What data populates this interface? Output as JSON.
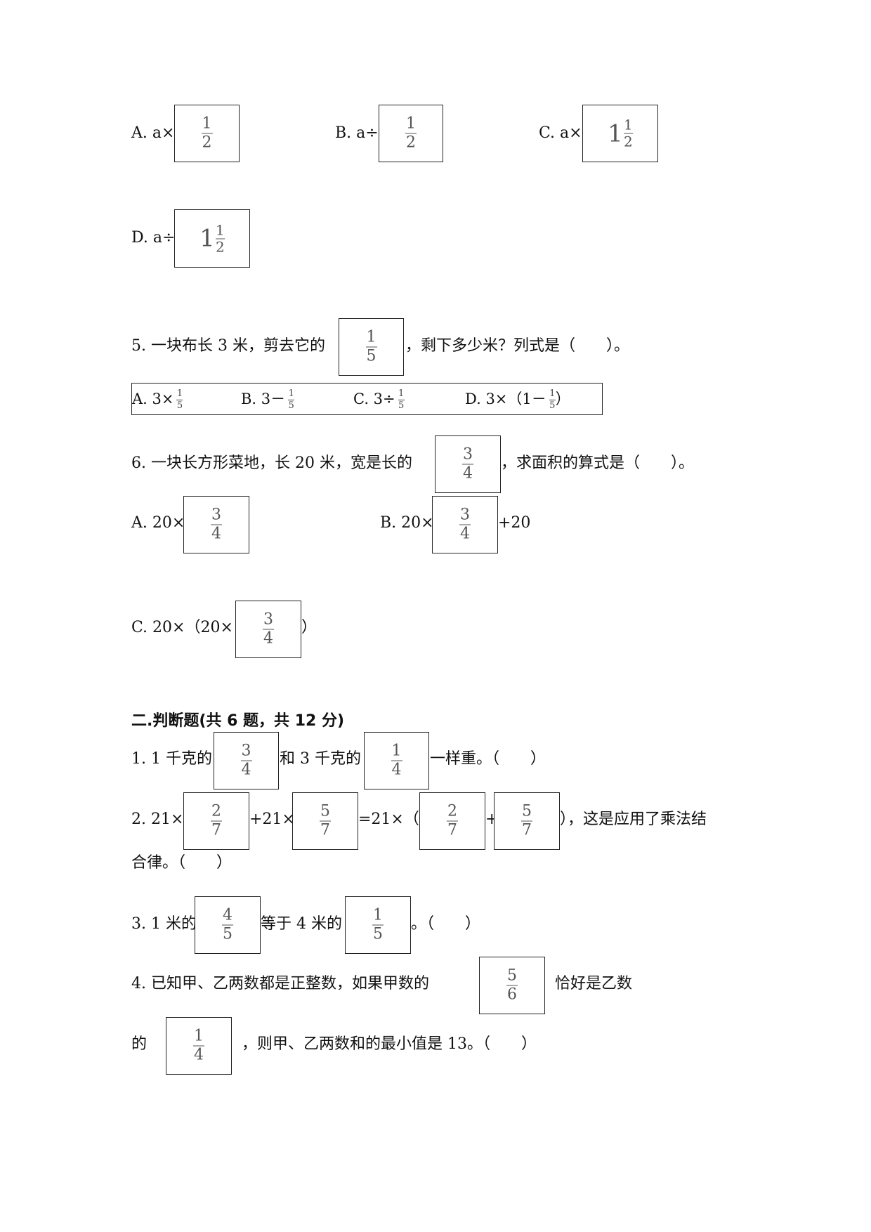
{
  "q4_options": {
    "a": "A. a×",
    "b": "B. a÷",
    "c": "C. a×",
    "d": "D. a÷",
    "frac_half": {
      "n": "1",
      "d": "2"
    },
    "mixed": {
      "w": "1",
      "n": "1",
      "d": "2"
    }
  },
  "q5": {
    "prefix": "5. 一块布长 3 米，剪去它的",
    "suffix": "，剩下多少米？列式是（　　）。",
    "frac": {
      "n": "1",
      "d": "5"
    },
    "opt_a": "A. 3×",
    "opt_b": "B. 3－",
    "opt_c": "C. 3÷",
    "opt_d_pre": "D. 3×（1－",
    "opt_d_post": "）",
    "mini": {
      "n": "1",
      "d": "5"
    }
  },
  "q6": {
    "prefix": "6. 一块长方形菜地，长 20 米，宽是长的",
    "suffix": "，求面积的算式是（　　）。",
    "frac": {
      "n": "3",
      "d": "4"
    },
    "opt_a": "A. 20×",
    "opt_b": "B. 20×",
    "opt_b_post": "+20",
    "opt_c": "C. 20×（20×",
    "opt_c_post": "）"
  },
  "section2": {
    "title": "二.判断题(共 6 题，共 12 分)"
  },
  "j1": {
    "p1": "1. 1 千克的",
    "p2": "和 3 千克的",
    "p3": "一样重。（　　）",
    "f1": {
      "n": "3",
      "d": "4"
    },
    "f2": {
      "n": "1",
      "d": "4"
    }
  },
  "j2": {
    "p1": "2. 21×",
    "p2": "+21×",
    "p3": "=21×（",
    "p4": "+",
    "p5": "），这是应用了乘法结",
    "line2": "合律。（　　）",
    "f27": {
      "n": "2",
      "d": "7"
    },
    "f57": {
      "n": "5",
      "d": "7"
    }
  },
  "j3": {
    "p1": "3. 1 米的",
    "p2": "等于 4 米的",
    "p3": "。（　　）",
    "f1": {
      "n": "4",
      "d": "5"
    },
    "f2": {
      "n": "1",
      "d": "5"
    }
  },
  "j4": {
    "p1": "4. 已知甲、乙两数都是正整数，如果甲数的",
    "p2": "恰好是乙数",
    "p3": "的",
    "p4": "，则甲、乙两数和的最小值是 13。（　　）",
    "f1": {
      "n": "5",
      "d": "6"
    },
    "f2": {
      "n": "1",
      "d": "4"
    }
  }
}
